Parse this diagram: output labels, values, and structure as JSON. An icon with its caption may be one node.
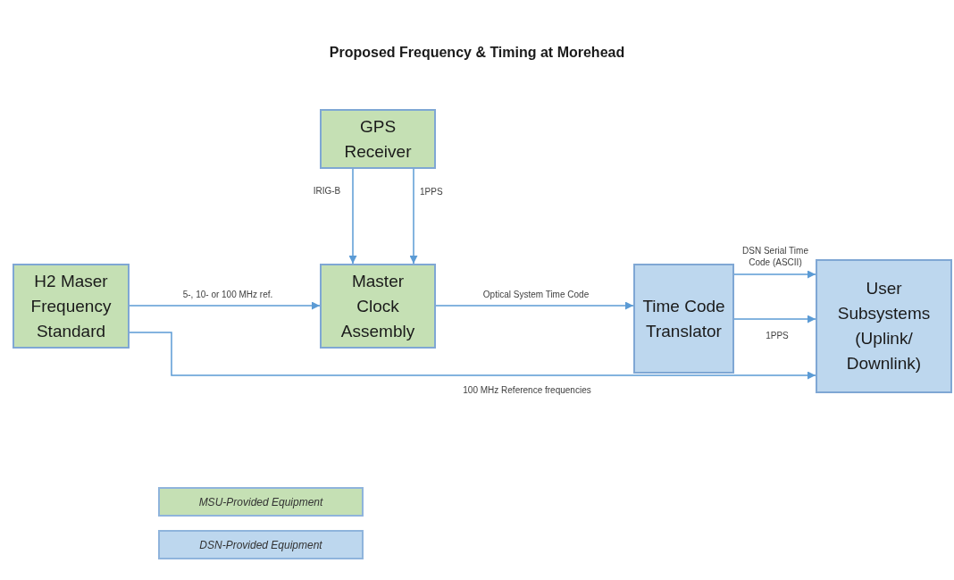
{
  "diagram": {
    "title": "Proposed Frequency & Timing at Morehead",
    "nodes": [
      {
        "text": [
          "GPS Receiver"
        ]
      },
      {
        "text": [
          "H2 Maser Frequency Standard"
        ]
      },
      {
        "text": [
          "Master Clock Assembly"
        ]
      },
      {
        "text": [
          "Time Code Translator"
        ]
      },
      {
        "text": [
          "User Subsystems (Uplink/ Downlink)"
        ]
      }
    ],
    "edges": [
      {
        "from": 0,
        "to": 2,
        "arrow": "to",
        "label": "IRIG-B"
      },
      {
        "from": 0,
        "to": 2,
        "arrow": "to",
        "label": "1PPS"
      },
      {
        "from": 1,
        "to": 2,
        "arrow": "to",
        "label": "5-, 10- or 100 MHz ref."
      },
      {
        "from": 2,
        "to": 3,
        "arrow": "to",
        "label": "Optical System Time Code"
      },
      {
        "from": 3,
        "to": 4,
        "arrow": "to",
        "label": "DSN Serial Time Code (ASCII)"
      },
      {
        "from": 3,
        "to": 4,
        "arrow": "to",
        "label": "1PPS"
      },
      {
        "from": 1,
        "to": 4,
        "arrow": "to",
        "label": "100 MHz Reference frequencies"
      }
    ],
    "legend": [
      {
        "text": "MSU-Provided Equipment",
        "color": "#c5e0b4"
      },
      {
        "text": "DSN-Provided Equipment",
        "color": "#bdd7ee"
      }
    ]
  }
}
